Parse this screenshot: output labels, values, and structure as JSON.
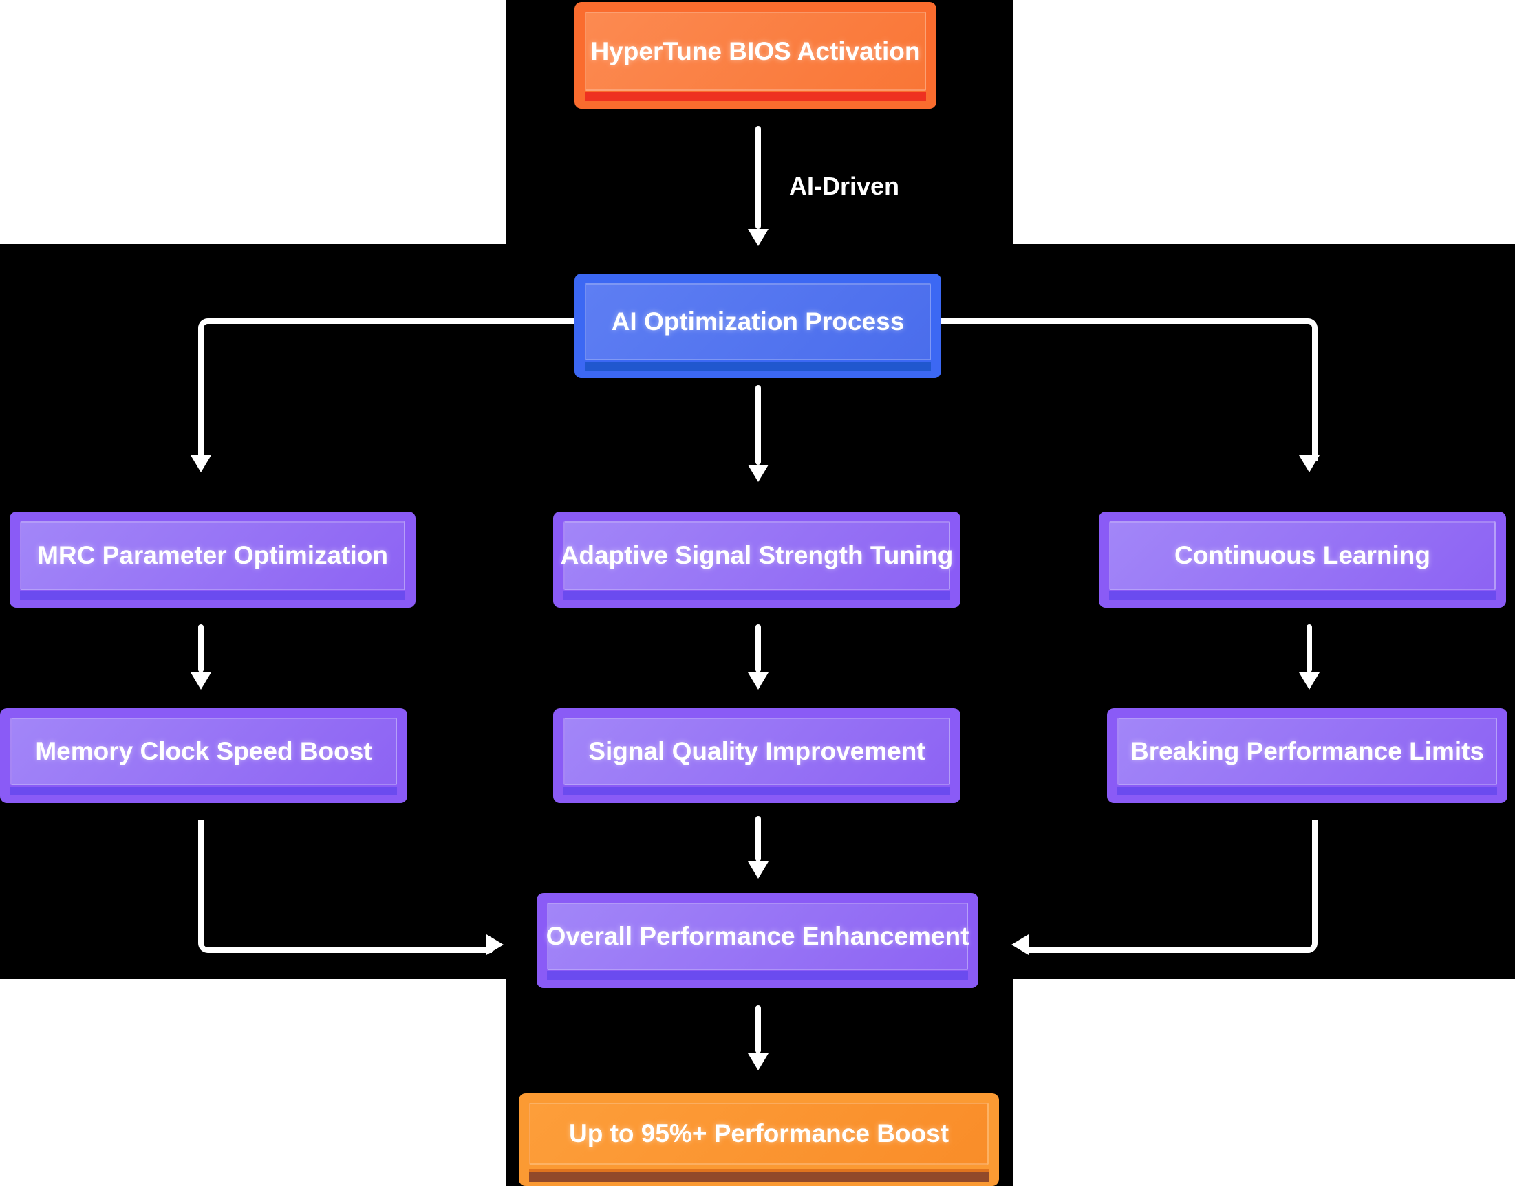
{
  "diagram": {
    "title": "HyperTune AI optimization flowchart",
    "edge_label": "AI-Driven",
    "nodes": {
      "activation": {
        "label": "HyperTune BIOS Activation",
        "variant": "orange-red"
      },
      "process": {
        "label": "AI Optimization Process",
        "variant": "blue"
      },
      "mrc": {
        "label": "MRC Parameter Optimization",
        "variant": "purple"
      },
      "adaptive": {
        "label": "Adaptive Signal Strength Tuning",
        "variant": "purple"
      },
      "learning": {
        "label": "Continuous Learning",
        "variant": "purple"
      },
      "memory": {
        "label": "Memory Clock Speed Boost",
        "variant": "purple"
      },
      "signal": {
        "label": "Signal Quality Improvement",
        "variant": "purple"
      },
      "limits": {
        "label": "Breaking Performance Limits",
        "variant": "purple"
      },
      "overall": {
        "label": "Overall Performance Enhancement",
        "variant": "purple"
      },
      "boost": {
        "label": "Up to 95%+ Performance Boost",
        "variant": "orange-amber"
      }
    },
    "edges": [
      {
        "from": "activation",
        "to": "process",
        "label": "AI-Driven"
      },
      {
        "from": "process",
        "to": "mrc"
      },
      {
        "from": "process",
        "to": "adaptive"
      },
      {
        "from": "process",
        "to": "learning"
      },
      {
        "from": "mrc",
        "to": "memory"
      },
      {
        "from": "adaptive",
        "to": "signal"
      },
      {
        "from": "learning",
        "to": "limits"
      },
      {
        "from": "memory",
        "to": "overall"
      },
      {
        "from": "signal",
        "to": "overall"
      },
      {
        "from": "limits",
        "to": "overall"
      },
      {
        "from": "overall",
        "to": "boost"
      }
    ],
    "palette": {
      "background_white": "#ffffff",
      "background_black": "#000000",
      "connector": "#ffffff",
      "orange_red_fill": "#fa6c2e",
      "orange_red_strip": "#ee3120",
      "blue_fill": "#3c68f3",
      "blue_strip": "#2057ce",
      "purple_fill": "#8a5bf6",
      "purple_strip": "#6b4bef",
      "amber_fill": "#fb9a33",
      "amber_strip": "#91492a",
      "text": "#ffffff"
    }
  }
}
